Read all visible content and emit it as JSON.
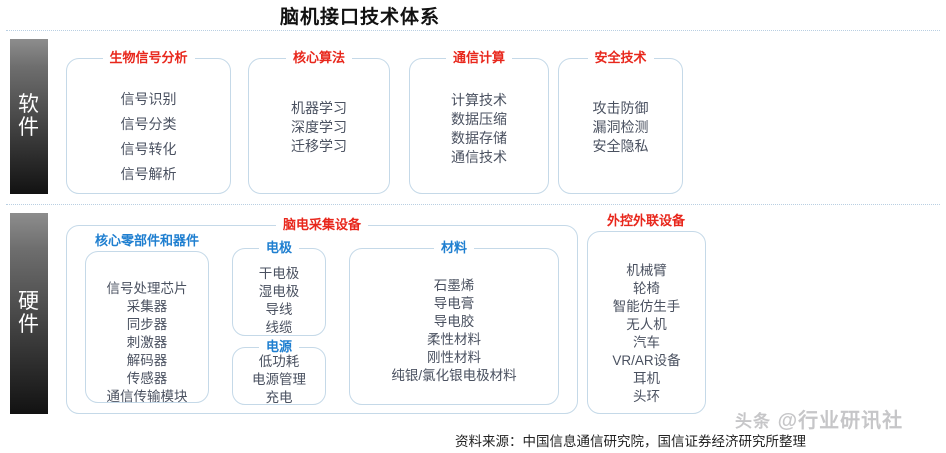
{
  "title": "脑机接口技术体系",
  "colors": {
    "red_label": "#e8271c",
    "blue_label": "#1f7fd0",
    "card_border": "#c5d9e8",
    "item_text": "#4a5160",
    "sidebar_top": "#8d8d8d",
    "sidebar_bottom": "#121212"
  },
  "layers": {
    "software": {
      "sidebar_label_line1": "软",
      "sidebar_label_line2": "件",
      "groups": [
        {
          "label": "生物信号分析",
          "label_color": "red",
          "items": [
            "信号识别",
            "信号分类",
            "信号转化",
            "信号解析"
          ]
        },
        {
          "label": "核心算法",
          "label_color": "red",
          "items": [
            "机器学习",
            "深度学习",
            "迁移学习"
          ]
        },
        {
          "label": "通信计算",
          "label_color": "red",
          "items": [
            "计算技术",
            "数据压缩",
            "数据存储",
            "通信技术"
          ]
        },
        {
          "label": "安全技术",
          "label_color": "red",
          "items": [
            "攻击防御",
            "漏洞检测",
            "安全隐私"
          ]
        }
      ]
    },
    "hardware": {
      "sidebar_label_line1": "硬",
      "sidebar_label_line2": "件",
      "acquisition_group": {
        "label": "脑电采集设备",
        "label_color": "red",
        "subgroups": [
          {
            "label": "核心零部件和器件",
            "label_color": "blue",
            "items": [
              "信号处理芯片",
              "采集器",
              "同步器",
              "刺激器",
              "解码器",
              "传感器",
              "通信传输模块"
            ]
          },
          {
            "label": "电极",
            "label_color": "blue",
            "items": [
              "干电极",
              "湿电极",
              "导线",
              "线缆"
            ]
          },
          {
            "label": "电源",
            "label_color": "blue",
            "items": [
              "低功耗",
              "电源管理",
              "充电"
            ]
          },
          {
            "label": "材料",
            "label_color": "blue",
            "items": [
              "石墨烯",
              "导电膏",
              "导电胶",
              "柔性材料",
              "刚性材料",
              "纯银/氯化银电极材料"
            ]
          }
        ]
      },
      "external_group": {
        "label": "外控外联设备",
        "label_color": "red",
        "items": [
          "机械臂",
          "轮椅",
          "智能仿生手",
          "无人机",
          "汽车",
          "VR/AR设备",
          "耳机",
          "头环"
        ]
      }
    }
  },
  "footer": {
    "source": "资料来源：中国信息通信研究院，国信证券经济研究所整理",
    "watermark_prefix": "头条",
    "watermark_handle": "@行业研讯社"
  }
}
